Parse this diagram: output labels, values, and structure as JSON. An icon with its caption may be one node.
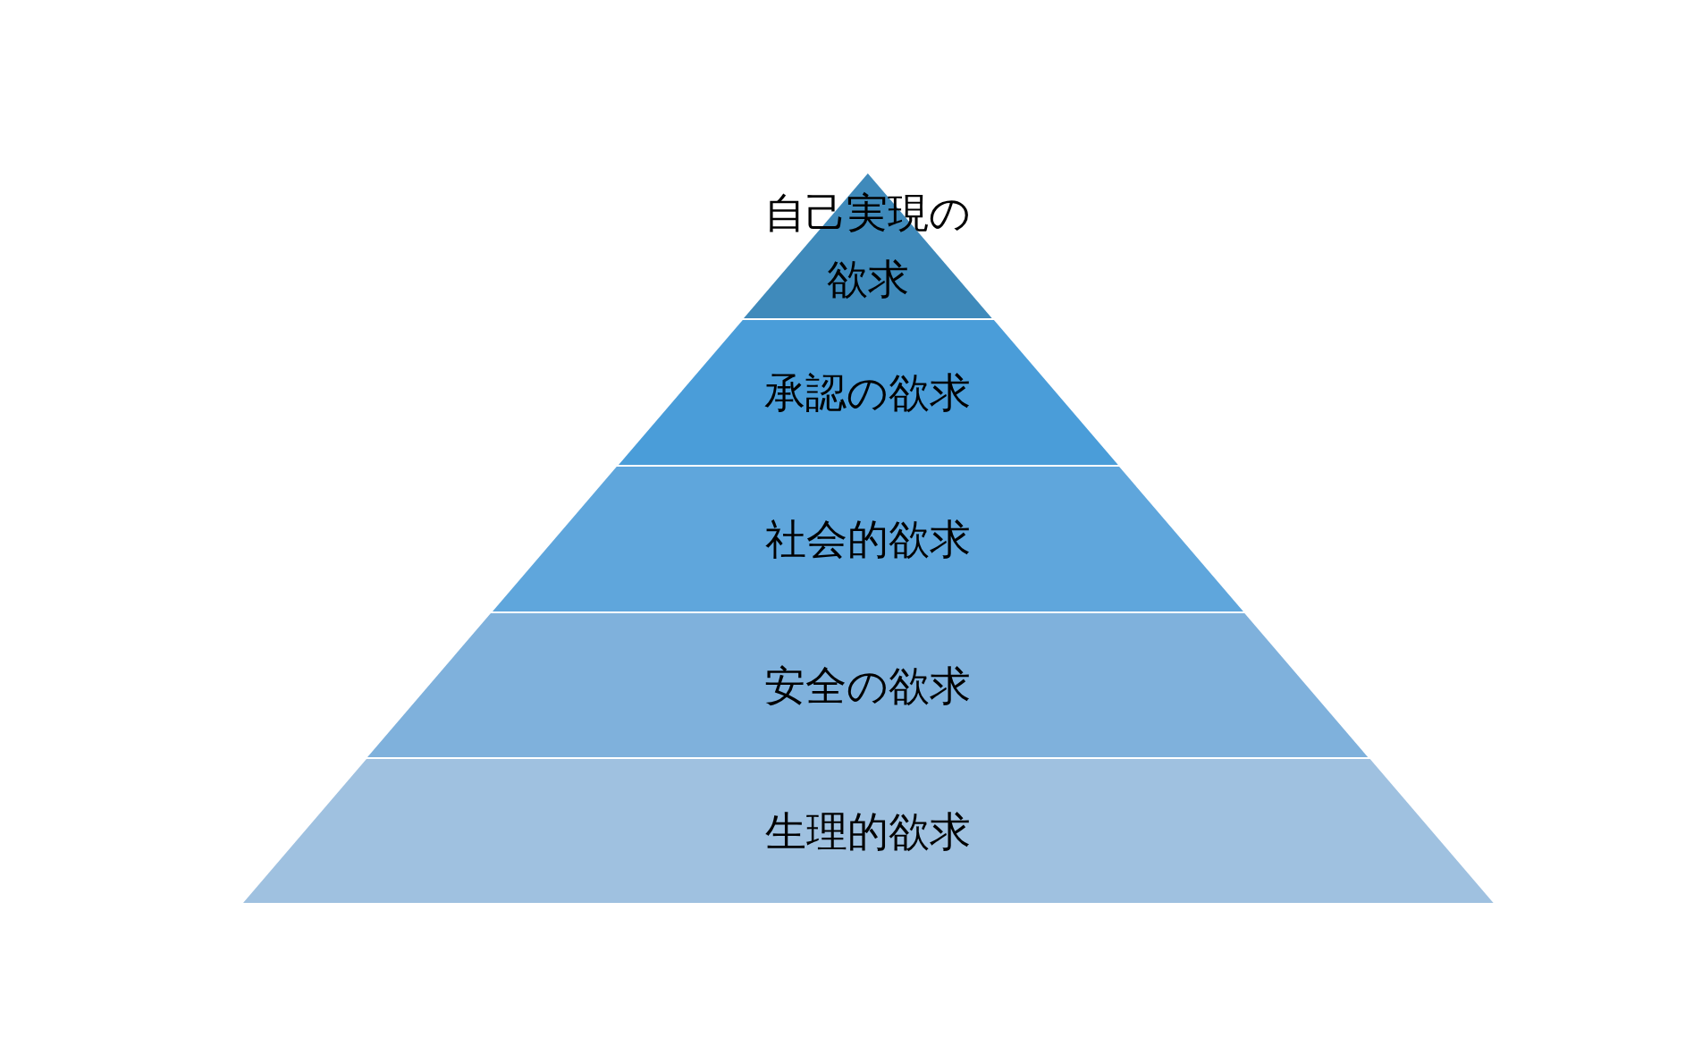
{
  "diagram": {
    "nodes": [
      {
        "text": [
          "自己実現の欲求"
        ]
      },
      {
        "text": [
          "承認の欲求"
        ]
      },
      {
        "text": [
          "社会的欲求"
        ]
      },
      {
        "text": [
          "安全の欲求"
        ]
      },
      {
        "text": [
          "生理的欲求"
        ]
      }
    ]
  }
}
